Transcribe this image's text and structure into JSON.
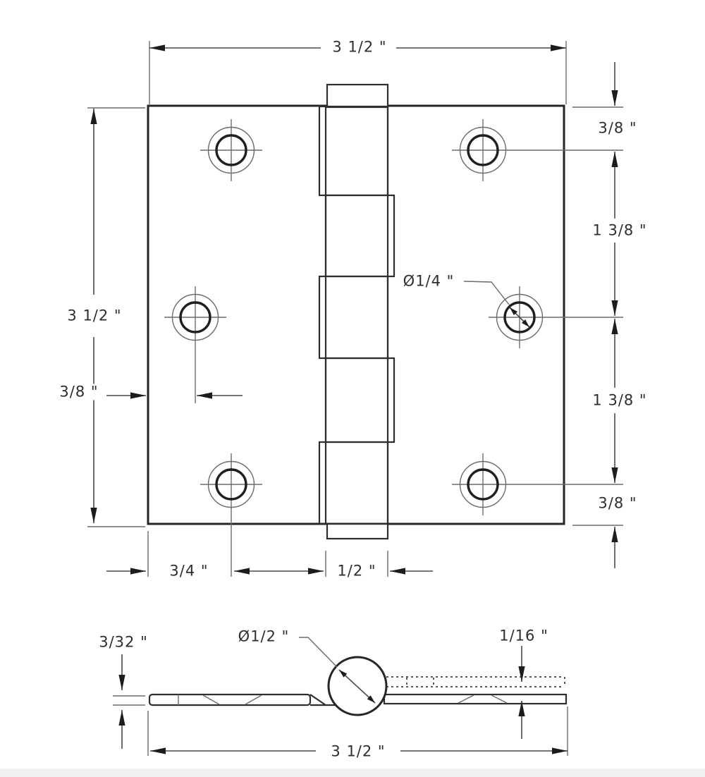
{
  "drawing": {
    "colors": {
      "line": "#262626",
      "thin_line": "#6b6b6b",
      "background": "#ffffff",
      "footer_strip": "#f0f0f0"
    },
    "top_view": {
      "width": "3 1/2 \"",
      "height": "3 1/2 \"",
      "hole_edge_offset_top": "3/8 \"",
      "hole_spacing_upper": "1 3/8 \"",
      "hole_diameter": "Ø1/4 \"",
      "hole_edge_offset_left": "3/8 \"",
      "hole_spacing_lower": "1 3/8 \"",
      "hole_edge_offset_bottom": "3/8 \"",
      "hole_center_from_edge": "3/4 \"",
      "barrel_width": "1/2 \""
    },
    "side_view": {
      "leaf_thickness": "3/32 \"",
      "barrel_diameter": "Ø1/2 \"",
      "leaf_offset": "1/16 \"",
      "width": "3 1/2 \""
    }
  }
}
